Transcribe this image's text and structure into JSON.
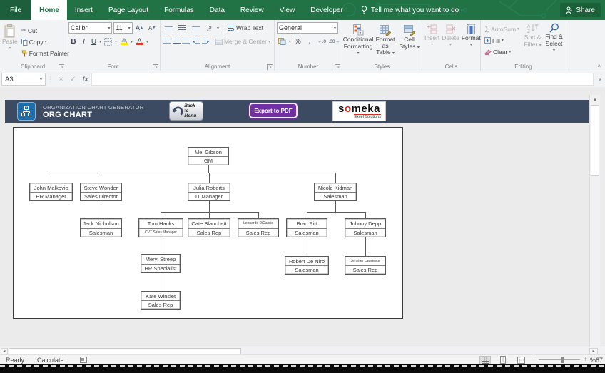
{
  "titlebar": {
    "tabs": [
      "File",
      "Home",
      "Insert",
      "Page Layout",
      "Formulas",
      "Data",
      "Review",
      "View",
      "Developer"
    ],
    "tell_me": "Tell me what you want to do",
    "share": "Share"
  },
  "ribbon": {
    "clipboard": {
      "label": "Clipboard",
      "paste": "Paste",
      "cut": "Cut",
      "copy": "Copy",
      "format_painter": "Format Painter"
    },
    "font": {
      "label": "Font",
      "font_name": "Calibri",
      "font_size": "11",
      "bold": "B",
      "italic": "I",
      "underline": "U"
    },
    "alignment": {
      "label": "Alignment",
      "wrap_text": "Wrap Text",
      "merge_center": "Merge & Center"
    },
    "number": {
      "label": "Number",
      "format": "General",
      "percent": "%",
      "comma": ",",
      "inc_dec": ".0",
      "dec_dec": ".00"
    },
    "styles": {
      "label": "Styles",
      "conditional_1": "Conditional",
      "conditional_2": "Formatting",
      "table_1": "Format as",
      "table_2": "Table",
      "cellstyles_1": "Cell",
      "cellstyles_2": "Styles"
    },
    "cells": {
      "label": "Cells",
      "insert": "Insert",
      "delete": "Delete",
      "format": "Format"
    },
    "editing": {
      "label": "Editing",
      "autosum": "AutoSum",
      "fill": "Fill",
      "clear": "Clear",
      "sort_1": "Sort &",
      "sort_2": "Filter",
      "find_1": "Find &",
      "find_2": "Select"
    }
  },
  "formula_bar": {
    "cell_ref": "A3",
    "fx_label": "fx",
    "formula": ""
  },
  "sheet_header": {
    "app_title": "ORGANIZATION CHART GENERATOR",
    "sheet_title": "ORG CHART",
    "back_button": "Back to Menu",
    "export_button": "Export to PDF",
    "logo_parts": [
      "s",
      "o",
      "meka"
    ],
    "logo_sub": "Excel Solutions"
  },
  "org_chart": {
    "nodes": [
      {
        "name": "Mel Gibson",
        "title": "GM",
        "parent": null
      },
      {
        "name": "John Malkovic",
        "title": "HR Manager",
        "parent": "Mel Gibson"
      },
      {
        "name": "Steve Wonder",
        "title": "Sales Director",
        "parent": "Mel Gibson"
      },
      {
        "name": "Julia Roberts",
        "title": "IT Manager",
        "parent": "Mel Gibson"
      },
      {
        "name": "Nicole Kidman",
        "title": "Salesman",
        "parent": "Mel Gibson"
      },
      {
        "name": "Jack Nicholson",
        "title": "Salesman",
        "parent": "Steve Wonder"
      },
      {
        "name": "Tom Hanks",
        "title": "CVT Sales Manager",
        "parent": "Julia Roberts"
      },
      {
        "name": "Cate Blanchett",
        "title": "Sales Rep",
        "parent": "Julia Roberts"
      },
      {
        "name": "Leonardo DiCaprio",
        "title": "Sales Rep",
        "parent": "Julia Roberts"
      },
      {
        "name": "Brad Pitt",
        "title": "Salesman",
        "parent": "Nicole Kidman"
      },
      {
        "name": "Johnny Depp",
        "title": "Salesman",
        "parent": "Nicole Kidman"
      },
      {
        "name": "Meryl Streep",
        "title": "HR Specialist",
        "parent": "Tom Hanks"
      },
      {
        "name": "Robert De Niro",
        "title": "Salesman",
        "parent": "Brad Pitt"
      },
      {
        "name": "Jennifer Lawrence",
        "title": "Sales Rep",
        "parent": "Johnny Depp"
      },
      {
        "name": "Kate Winslet",
        "title": "Sales Rep",
        "parent": "Meryl Streep"
      }
    ]
  },
  "status_bar": {
    "ready": "Ready",
    "calculate": "Calculate",
    "zoom_value": "%87"
  },
  "colors": {
    "excel_green": "#217346",
    "header_slate": "#3c4b62",
    "export_purple": "#7030a0",
    "logo_red": "#d42a20",
    "icon_tile_blue": "#1f6ca6"
  }
}
